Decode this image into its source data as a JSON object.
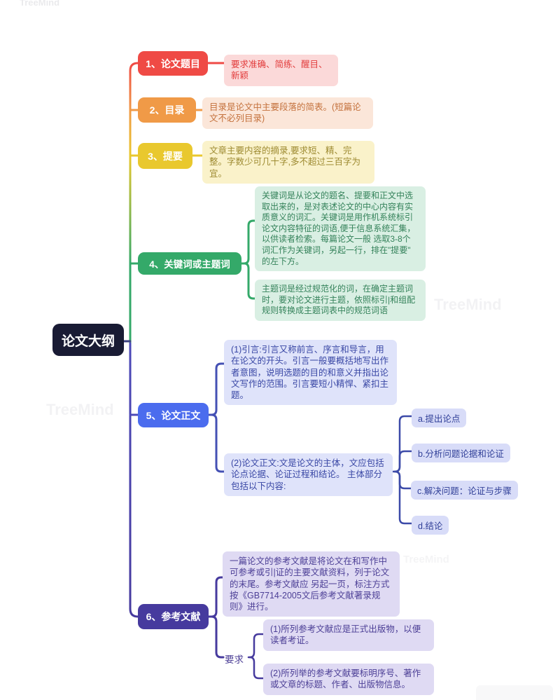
{
  "central": {
    "label": "论文大纲"
  },
  "watermark": {
    "text": "TreeMind"
  },
  "colors": {
    "central_bg": "#191b34",
    "branch1": "#ef4a45",
    "branch1_note_bg": "#fbd9d9",
    "branch1_note_fg": "#e23c3c",
    "branch2": "#f09a47",
    "branch2_note_bg": "#fbe6d9",
    "branch2_note_fg": "#c4713c",
    "branch3": "#e9c82e",
    "branch3_note_bg": "#faf2ca",
    "branch3_note_fg": "#9d8a30",
    "branch4": "#34a969",
    "branch4_note_bg": "#d9efe3",
    "branch4_note_fg": "#34825a",
    "branch5": "#4b6cee",
    "branch5_note_bg": "#dfe3fa",
    "branch5_note_fg": "#3947a5",
    "branch6": "#463a9e",
    "branch6_note_bg": "#dfdaf3",
    "branch6_note_fg": "#4c3f96",
    "leaf_bg": "#d8dcf8",
    "leaf_fg": "#303f98"
  },
  "branches": [
    {
      "label": "1、论文题目",
      "notes": [
        "要求准确、简练、醒目、新颖"
      ]
    },
    {
      "label": "2、目录",
      "notes": [
        "目录是论文中主要段落的简表。(短篇论文不必列目录)"
      ]
    },
    {
      "label": "3、提要",
      "notes": [
        "文章主要内容的摘录,要求短、精、完整。字数少可几十字,多不超过三百字为宜。"
      ]
    },
    {
      "label": "4、关键词或主题词",
      "notes": [
        "关键词是从论文的题名、提要和正文中选取出来的，是对表述论文的中心内容有实质意义的词汇。关键词是用作机系统标引论文内容特征的词语,便于信息系统汇集，以供读者检索。每篇论文一般 选取3-8个词汇作为关键词，另起一行，排在\"提要\" 的左下方。",
        "主题词是经过规范化的词，在确定主题词时，要对论文进行主题，依照标引|和组配规则转换成主题词表中的规范词语"
      ]
    },
    {
      "label": "5、论文正文",
      "notes": [
        "(1)引言:引言又称前言、序言和导言，用在论文的开头。引言一般要概括地写出作者意图，说明选题的目的和意义并指出论文写作的范围。引言要短小精悍、紧扣主题。",
        "(2)论文正文:文是论文的主体，文应包括论点论据、论证过程和结论。 主体部分包括以下内容:"
      ],
      "children": [
        "a.提出论点",
        "b.分析问题论据和论证",
        "c.解决问题：论证与步骤",
        "d.结论"
      ]
    },
    {
      "label": "6、参考文献",
      "notes": [
        "一篇论文的参考文献是将论文在和写作中可参考或引|证的主要文献资料，列于论文的末尾。参考文献应 另起一页，标注方式按《GB7714-2005文后参考文献著录规则》进行。"
      ],
      "sub_label": "要求",
      "sub_notes": [
        "(1)所列参考文献应是正式出版物，以便读者考证。",
        "(2)所列举的参考文献要标明序号、著作或文章的标题、作者、出版物信息。"
      ]
    }
  ]
}
